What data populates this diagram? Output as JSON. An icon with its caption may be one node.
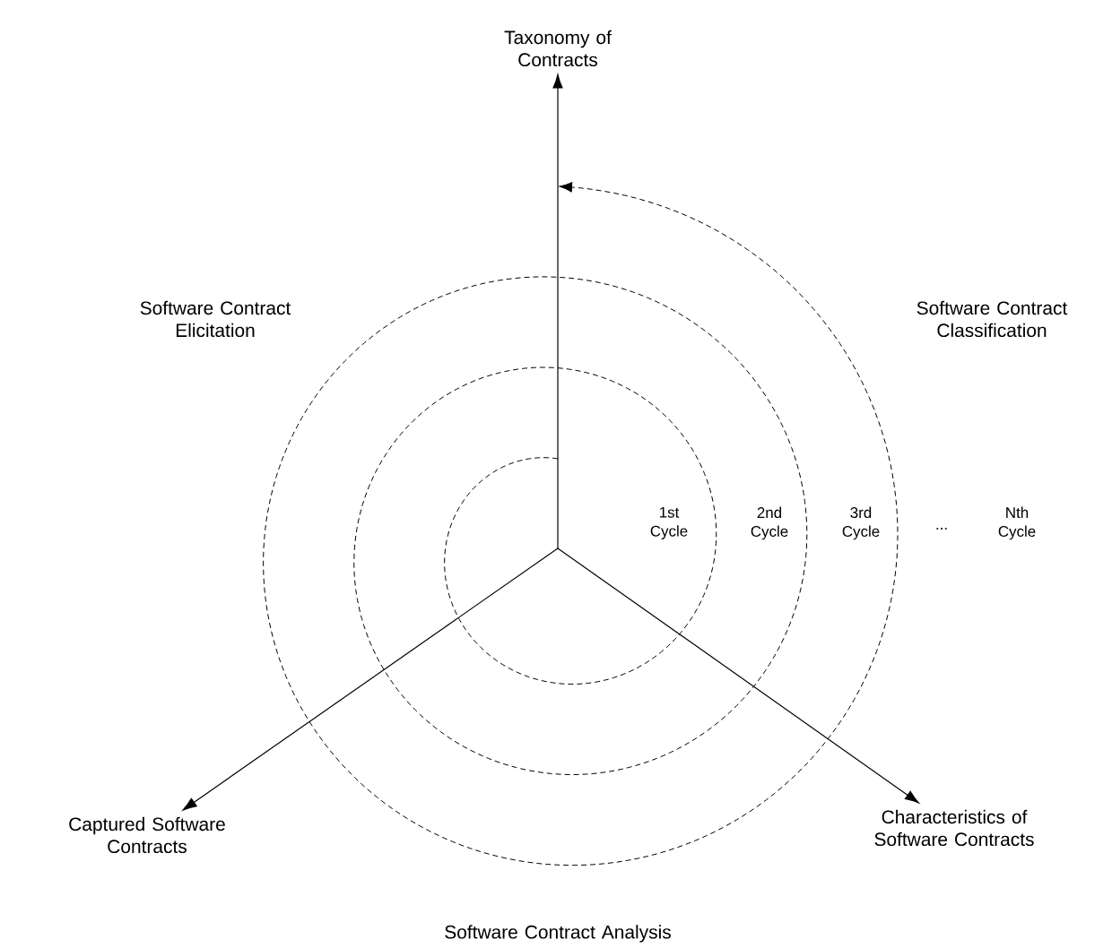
{
  "diagram": {
    "nodes": [
      {
        "text": [
          "Taxonomy of Contracts"
        ]
      },
      {
        "text": [
          "Captured Software Contracts"
        ]
      },
      {
        "text": [
          "Characteristics of Software Contracts"
        ]
      }
    ],
    "edges": [
      {
        "from": null,
        "to": 0,
        "arrow": "to"
      },
      {
        "from": null,
        "to": 1,
        "arrow": "to"
      },
      {
        "from": null,
        "to": 2,
        "arrow": "to"
      }
    ],
    "labels": [
      "Software Contract Elicitation",
      "Software Contract Classification",
      "1st Cycle",
      "2nd Cycle",
      "3rd Cycle",
      "...",
      "Nth Cycle",
      "Software Contract Analysis"
    ]
  }
}
